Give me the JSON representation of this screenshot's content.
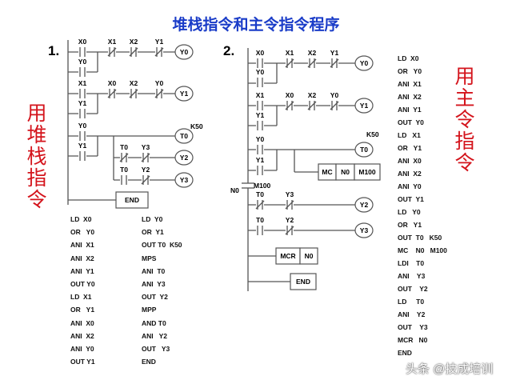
{
  "title": "堆栈指令和主令指令程序",
  "diagram1": {
    "number": "1.",
    "contacts": [
      "X0",
      "X1",
      "X2",
      "Y1",
      "Y0",
      "X1",
      "X0",
      "X2",
      "Y0",
      "Y1",
      "Y0",
      "Y1",
      "T0",
      "Y3",
      "T0",
      "Y2"
    ],
    "coils": [
      "Y0",
      "Y1",
      "T0",
      "Y2",
      "Y3"
    ],
    "timer_const": "K50",
    "end": "END",
    "side_label": [
      "用",
      "堆",
      "栈",
      "指",
      "令"
    ],
    "instructions_col1": [
      "LD  X0",
      "OR   Y0",
      "ANI  X1",
      "ANI  X2",
      "ANI  Y1",
      "OUT Y0",
      "LD  X1",
      "OR   Y1",
      "ANI  X0",
      "ANI  X2",
      "ANI  Y0",
      "OUT Y1"
    ],
    "instructions_col2": [
      "LD  Y0",
      "OR  Y1",
      "OUT T0  K50",
      "MPS",
      "ANI  T0",
      "ANI  Y3",
      "OUT  Y2",
      "MPP",
      "AND T0",
      "ANI   Y2",
      "OUT   Y3",
      "END"
    ]
  },
  "diagram2": {
    "number": "2.",
    "contacts": [
      "X0",
      "X1",
      "X2",
      "Y1",
      "Y0",
      "X1",
      "X0",
      "X2",
      "Y0",
      "Y1",
      "Y0",
      "Y1",
      "T0",
      "Y3",
      "T0",
      "Y2"
    ],
    "coils": [
      "Y0",
      "Y1",
      "T0",
      "Y2",
      "Y3"
    ],
    "timer_const": "K50",
    "mc": [
      "MC",
      "N0",
      "M100"
    ],
    "mc_contact": {
      "nest": "N0",
      "relay": "M100"
    },
    "mcr": [
      "MCR",
      "N0"
    ],
    "end": "END",
    "side_label": [
      "用",
      "主",
      "令",
      "指",
      "令"
    ],
    "instructions": [
      "LD  X0",
      "OR   Y0",
      "ANI  X1",
      "ANI  X2",
      "ANI  Y1",
      "OUT  Y0",
      "LD   X1",
      "OR   Y1",
      "ANI  X0",
      "ANI  X2",
      "ANI  Y0",
      "OUT  Y1",
      "LD   Y0",
      "OR   Y1",
      "OUT  T0   K50",
      "MC    N0   M100",
      "LDI    T0",
      "ANI    Y3",
      "OUT    Y2",
      "LD     T0",
      "ANI    Y2",
      "OUT    Y3",
      "MCR   N0",
      "END"
    ]
  },
  "watermark": "头条 @技成培训"
}
